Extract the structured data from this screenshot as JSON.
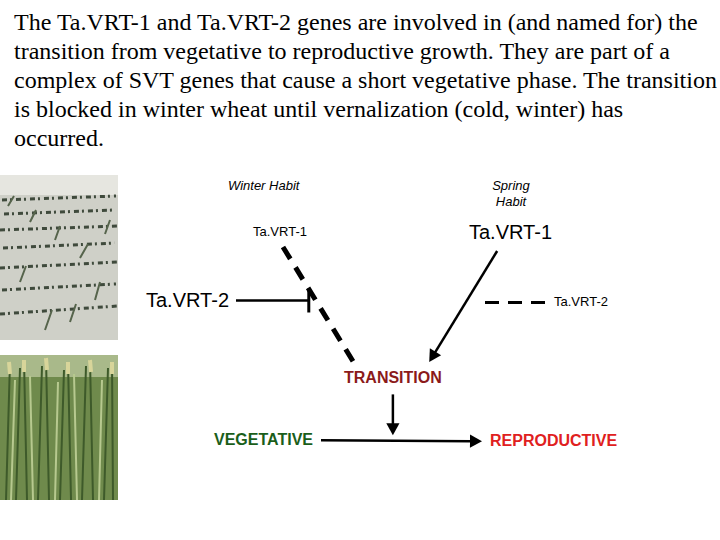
{
  "diagram": {
    "title": "The Ta.VRT-1 and Ta.VRT-2 genes are involved in (and named for) the transition from vegetative to reproductive growth. They are part of a complex of SVT genes that cause a short vegetative phase. The transition is blocked in winter wheat until vernalization (cold, winter) has occurred.",
    "nodes": [
      {
        "text": [
          "Ta.VRT-1"
        ]
      },
      {
        "text": [
          "Ta.VRT-1"
        ]
      },
      {
        "text": [
          "Ta.VRT-2"
        ]
      },
      {
        "text": [
          "Ta.VRT-2"
        ]
      },
      {
        "text": [
          "TRANSITION"
        ]
      },
      {
        "text": [
          "VEGETATIVE"
        ]
      },
      {
        "text": [
          "REPRODUCTIVE"
        ]
      }
    ],
    "edges": [
      {
        "from": 0,
        "to": 4,
        "arrow": "none"
      },
      {
        "from": 1,
        "to": 4,
        "arrow": "to"
      },
      {
        "from": 5,
        "to": 6,
        "arrow": "to"
      }
    ],
    "labels": [
      "Winter Habit",
      "Spring Habit"
    ]
  }
}
